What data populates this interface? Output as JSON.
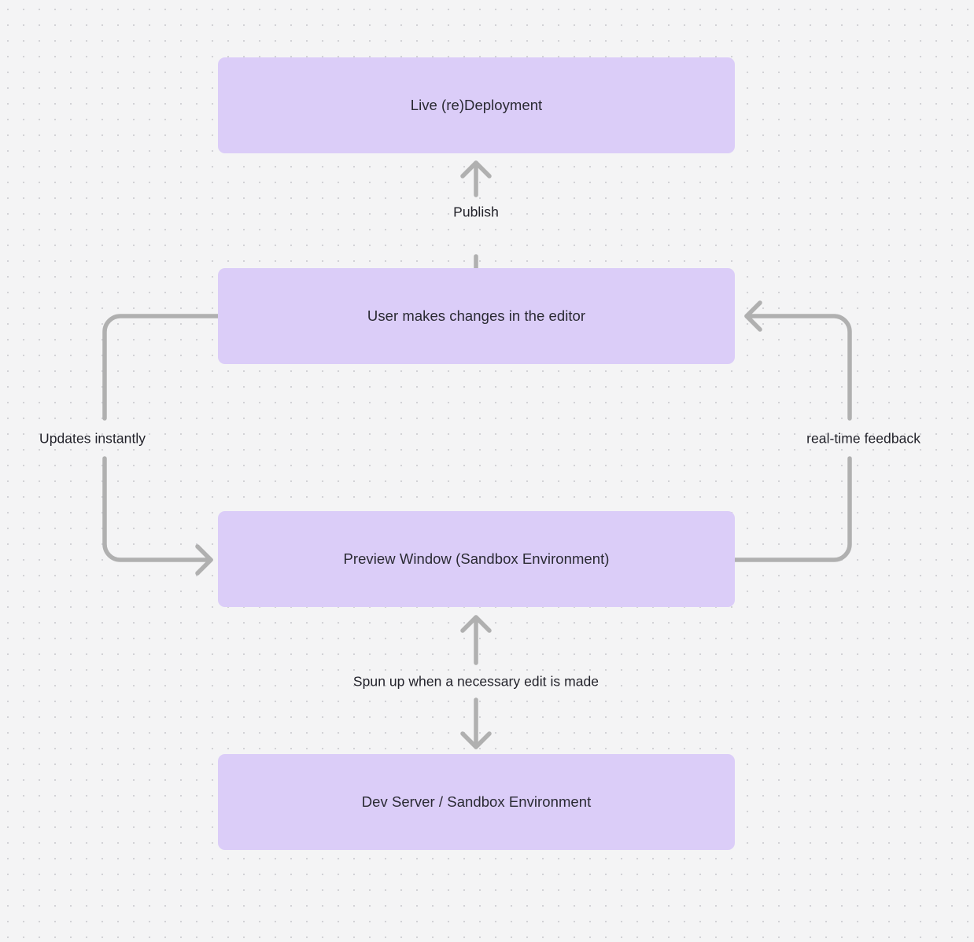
{
  "canvas": {
    "background_color": "#f4f4f5",
    "dot_color": "#d2d2d6",
    "node_fill": "#dbcdf8",
    "node_text_color": "#2a2a33",
    "edge_color": "#b0b0b0",
    "edge_label_color": "#22222a"
  },
  "nodes": [
    {
      "id": "live-deployment",
      "label": "Live (re)Deployment"
    },
    {
      "id": "user-edits",
      "label": "User makes changes in the editor"
    },
    {
      "id": "preview-window",
      "label": "Preview Window (Sandbox Environment)"
    },
    {
      "id": "dev-server",
      "label": "Dev Server / Sandbox Environment"
    }
  ],
  "edges": [
    {
      "id": "publish",
      "label": "Publish",
      "from": "user-edits",
      "to": "live-deployment",
      "direction": "up"
    },
    {
      "id": "updates-instantly",
      "label": "Updates instantly",
      "from": "user-edits",
      "to": "preview-window",
      "direction": "left-loop"
    },
    {
      "id": "real-time-feedback",
      "label": "real-time feedback",
      "from": "preview-window",
      "to": "user-edits",
      "direction": "right-loop"
    },
    {
      "id": "spun-up",
      "label": "Spun up when a necessary edit is made",
      "from": "dev-server",
      "to": "preview-window",
      "direction": "bidirectional"
    }
  ]
}
